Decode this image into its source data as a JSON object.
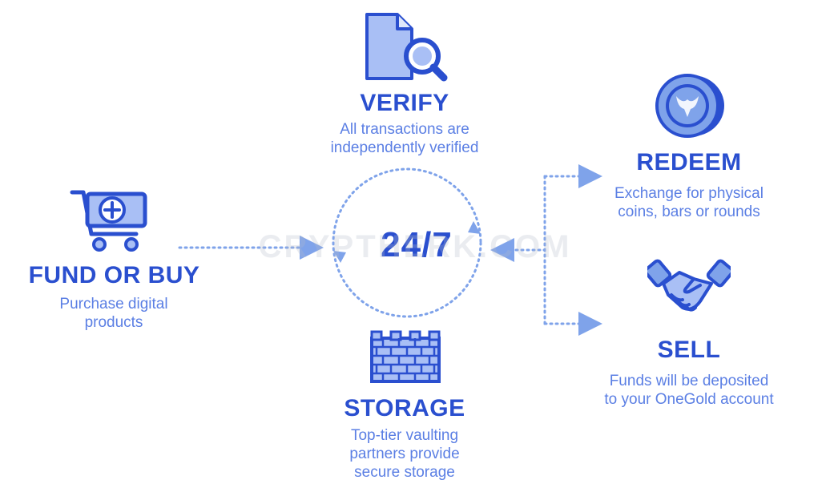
{
  "center": {
    "label": "24/7"
  },
  "verify": {
    "title": "VERIFY",
    "lines": [
      "All transactions are",
      "independently verified"
    ],
    "icon": "document-search-icon"
  },
  "fund": {
    "title": "FUND OR BUY",
    "lines": [
      "Purchase digital",
      "products"
    ],
    "icon": "shopping-cart-plus-icon"
  },
  "storage": {
    "title": "STORAGE",
    "lines": [
      "Top-tier vaulting",
      "partners provide",
      "secure storage"
    ],
    "icon": "brick-wall-icon"
  },
  "redeem": {
    "title": "REDEEM",
    "lines": [
      "Exchange for physical",
      "coins, bars or rounds"
    ],
    "icon": "coin-icon"
  },
  "sell": {
    "title": "SELL",
    "lines": [
      "Funds will be deposited",
      "to your OneGold account"
    ],
    "icon": "handshake-icon"
  },
  "watermark": "CRYPTHERK.COM",
  "colors": {
    "dark_blue": "#2a4fcf",
    "light_blue": "#5b7fe4",
    "icon_fill": "#a9bff5",
    "arrow": "#7fa3ea"
  }
}
